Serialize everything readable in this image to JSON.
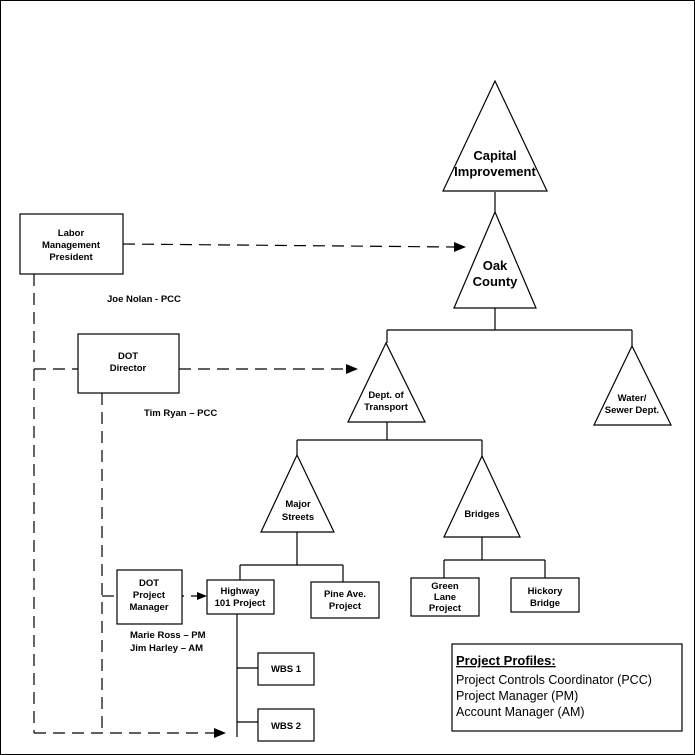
{
  "diagram": {
    "triangles": {
      "capital": [
        "Capital",
        "Improvement"
      ],
      "oak": [
        "Oak",
        "County"
      ],
      "dot": [
        "Dept. of",
        "Transport"
      ],
      "water": [
        "Water/",
        "Sewer Dept."
      ],
      "major": [
        "Major",
        "Streets"
      ],
      "bridges": [
        "Bridges"
      ]
    },
    "boxes": {
      "labor": [
        "Labor",
        "Management",
        "President"
      ],
      "dot_director": [
        "DOT",
        "Director"
      ],
      "dot_pm": [
        "DOT",
        "Project",
        "Manager"
      ],
      "highway": [
        "Highway",
        "101 Project"
      ],
      "pine": [
        "Pine Ave.",
        "Project"
      ],
      "green": [
        "Green",
        "Lane",
        "Project"
      ],
      "hickory": [
        "Hickory",
        "Bridge"
      ],
      "wbs1": [
        "WBS 1"
      ],
      "wbs2": [
        "WBS 2"
      ]
    },
    "people": {
      "joe": "Joe Nolan - PCC",
      "tim": "Tim Ryan – PCC",
      "marie": "Marie Ross – PM",
      "jim": "Jim Harley  – AM"
    },
    "legend": {
      "title": "Project Profiles:",
      "lines": [
        "Project Controls Coordinator (PCC)",
        "Project Manager (PM)",
        "Account Manager (AM)"
      ]
    }
  }
}
